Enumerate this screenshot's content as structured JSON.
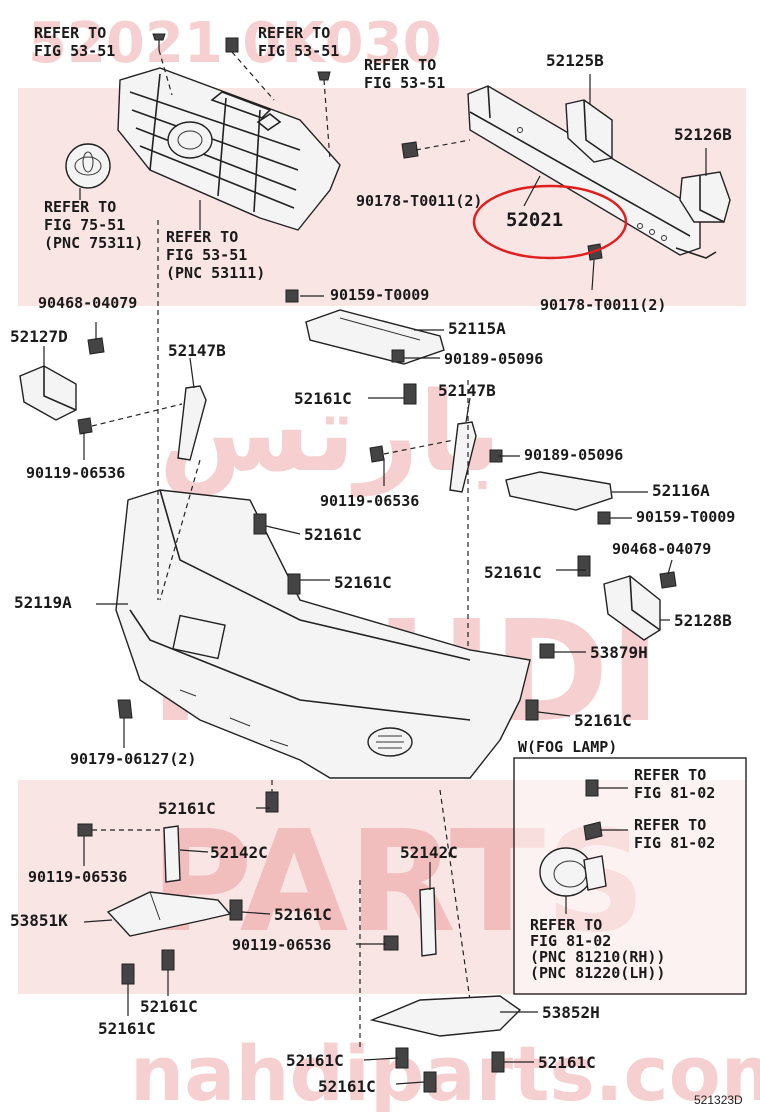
{
  "watermark": {
    "top": "52021 0K030",
    "arabic": "بارتس",
    "mid": "NAHDI",
    "parts": "PARTS",
    "site": "nahdiparts.com",
    "color": "#e05a5a"
  },
  "highlight_color": "#e02020",
  "fig_code": "521323D",
  "labels": {
    "ref1": [
      "REFER TO",
      "FIG 53-51"
    ],
    "ref2": [
      "REFER TO",
      "FIG 53-51"
    ],
    "ref3": [
      "REFER TO",
      "FIG 53-51"
    ],
    "ref_emblem": [
      "REFER TO",
      "FIG 75-51",
      "(PNC 75311)"
    ],
    "ref_grille": [
      "REFER TO",
      "FIG 53-51",
      "(PNC 53111)"
    ],
    "p52125B": "52125B",
    "p52126B": "52126B",
    "p90178a": "90178-T0011(2)",
    "p52021": "52021",
    "p90178b": "90178-T0011(2)",
    "p90468a": "90468-04079",
    "p90159a": "90159-T0009",
    "p52127D": "52127D",
    "p52115A": "52115A",
    "p52147Ba": "52147B",
    "p90189a": "90189-05096",
    "p52161Ca": "52161C",
    "p52147Bb": "52147B",
    "p90119a": "90119-06536",
    "p90189b": "90189-05096",
    "p90119b": "90119-06536",
    "p52116A": "52116A",
    "p52161Cb": "52161C",
    "p90159b": "90159-T0009",
    "p90468b": "90468-04079",
    "p52161Cc": "52161C",
    "p52161Cd": "52161C",
    "p52119A": "52119A",
    "p52128B": "52128B",
    "p53879H": "53879H",
    "p90179": "90179-06127(2)",
    "p52161Ce": "52161C",
    "fog_title": "W(FOG LAMP)",
    "ref_fog1": [
      "REFER TO",
      "FIG 81-02"
    ],
    "ref_fog2": [
      "REFER TO",
      "FIG 81-02"
    ],
    "ref_fog3": [
      "REFER TO",
      "FIG 81-02",
      "(PNC 81210(RH))",
      "(PNC 81220(LH))"
    ],
    "p52161Cf": "52161C",
    "p52142Ca": "52142C",
    "p90119c": "90119-06536",
    "p52142Cb": "52142C",
    "p53851K": "53851K",
    "p52161Cg": "52161C",
    "p90119d": "90119-06536",
    "p52161Ch": "52161C",
    "p52161Ci": "52161C",
    "p53852H": "53852H",
    "p52161Cj": "52161C",
    "p52161Ck": "52161C",
    "p52161Cl": "52161C"
  }
}
